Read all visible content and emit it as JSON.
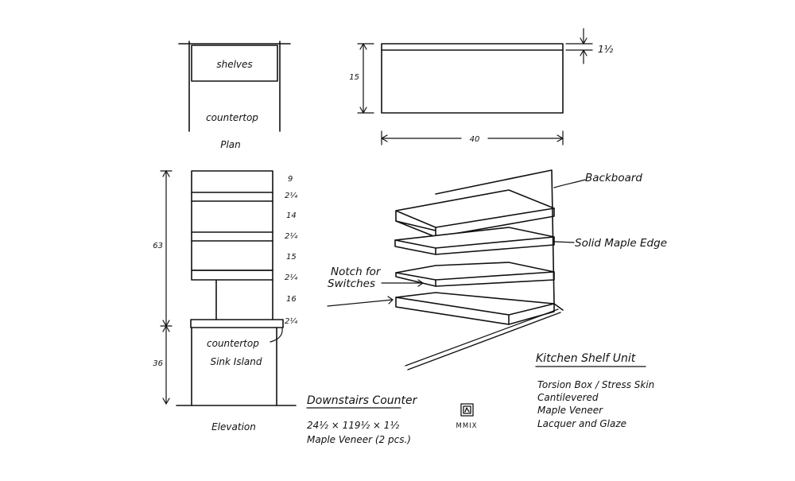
{
  "plan": {
    "shelves_label": "shelves",
    "countertop_label": "countertop",
    "title": "Plan"
  },
  "top_view": {
    "depth_label": "15",
    "thickness_label": "1½",
    "width_label": "40"
  },
  "elevation": {
    "total_upper_label": "63",
    "total_lower_label": "36",
    "shelf_dims": [
      "9",
      "2¼",
      "14",
      "2¼",
      "15",
      "2¼",
      "16",
      "2¼"
    ],
    "countertop_label": "countertop",
    "island_label": "Sink Island",
    "title": "Elevation"
  },
  "perspective": {
    "backboard_label": "Backboard",
    "edge_label": "Solid Maple Edge",
    "notch_label_line1": "Notch for",
    "notch_label_line2": "Switches"
  },
  "downstairs_counter": {
    "heading": "Downstairs Counter",
    "line1": "24½ × 119½ × 1½",
    "line2": "Maple Veneer (2 pcs.)"
  },
  "signature": {
    "mark_year": "MMIX"
  },
  "kitchen_shelf_unit": {
    "heading": "Kitchen Shelf Unit",
    "spec_lines": [
      "Torsion Box / Stress Skin",
      "Cantilevered",
      "Maple Veneer",
      "Lacquer and Glaze"
    ]
  },
  "colors": {
    "ink": "#111111",
    "paper": "#ffffff"
  }
}
